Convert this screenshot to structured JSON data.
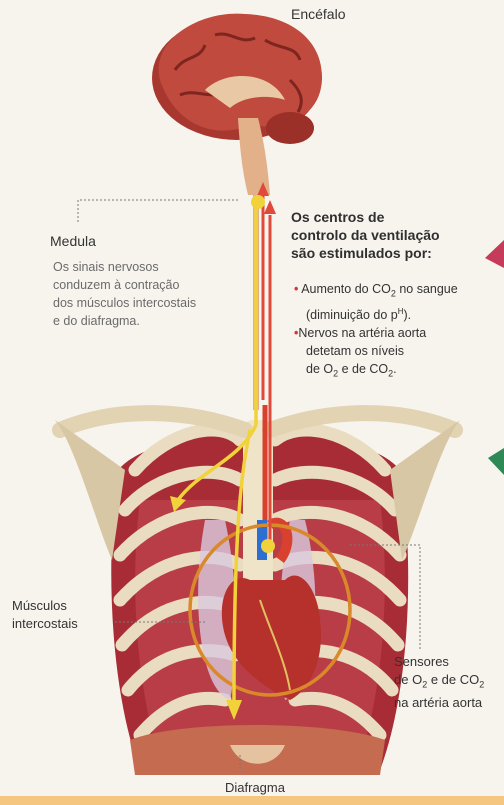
{
  "labels": {
    "encefalo": "Encéfalo",
    "medula_title": "Medula",
    "medula_text": [
      "Os sinais nervosos",
      "conduzem à contração",
      "dos músculos intercostais",
      "e do diafragma."
    ],
    "centros_title": [
      "Os centros de",
      "controlo da ventilação",
      "são estimulados por:"
    ],
    "bullet1": [
      "Aumento do CO",
      "2",
      " no sangue"
    ],
    "bullet1b": [
      "(diminuição do p",
      "H",
      ")."
    ],
    "bullet2": [
      "Nervos na artéria aorta",
      "detetam os níveis"
    ],
    "bullet2b": [
      "de O",
      "2",
      " e de CO",
      "2",
      "."
    ],
    "musculos": [
      "Músculos",
      "intercostais"
    ],
    "sensores": [
      "Sensores",
      "de O",
      "2",
      " e de CO",
      "2",
      "na artéria aorta"
    ],
    "diafragma": "Diafragma"
  },
  "colors": {
    "nerve": "#f2d23a",
    "vessel_red": "#e04a3a",
    "vessel_blue": "#2c6fd1",
    "ring": "#d9892a",
    "rib": "#e8dcc2",
    "muscle": "#b8323a",
    "brain": "#b6453a"
  }
}
